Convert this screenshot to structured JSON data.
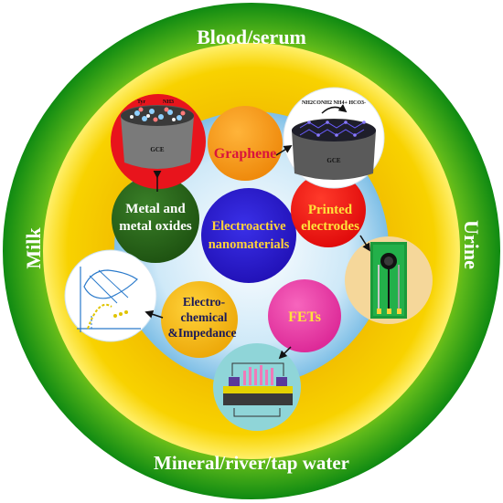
{
  "ring_labels": {
    "top": "Blood/serum",
    "right": "Urine",
    "bottom": "Mineral/river/tap water",
    "left": "Milk"
  },
  "center": {
    "line1": "Electroactive",
    "line2": "nanomaterials"
  },
  "categories": {
    "graphene": "Graphene",
    "printed": {
      "line1": "Printed",
      "line2": "electrodes"
    },
    "fets": "FETs",
    "electrochem": {
      "line1": "Electro-",
      "line2": "chemical",
      "line3": "&Impedance"
    },
    "metal": {
      "line1": "Metal and",
      "line2": "metal oxides"
    }
  },
  "illustrations": {
    "gce_label": "GCE",
    "left_formula_a": "Tyr",
    "left_formula_b": "NH3",
    "right_formula": "NH2CONH2   NH4+ HCO3-"
  },
  "colors": {
    "outer_ring": "#1e9b1e",
    "yellow_field": "#f5c400",
    "light_blue_hub": "#9fd3ee",
    "center_blue": "#2d1fd0",
    "graphene_orange": "#f39c12",
    "printed_red": "#ef1515",
    "fets_magenta": "#e83aa8",
    "electrochem_yellow": "#f3b60c",
    "metal_green": "#2e6b1e",
    "label_red": "#d9143c"
  }
}
